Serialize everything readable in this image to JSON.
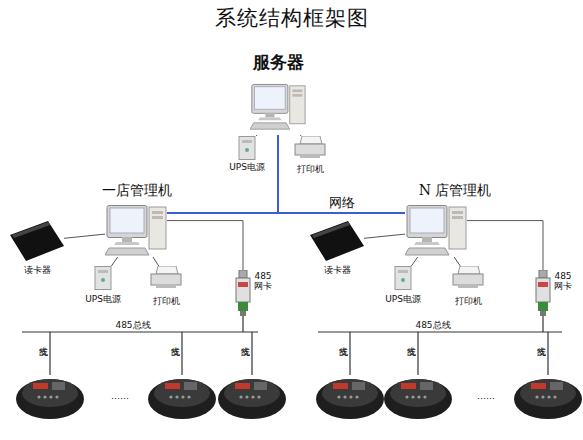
{
  "diagram": {
    "title": "系统结构框架图",
    "nodes": [
      {
        "text": [
          "服务器"
        ]
      },
      {
        "text": [
          "UPS电源"
        ]
      },
      {
        "text": [
          "打印机"
        ]
      },
      {
        "text": [
          "一店管理机"
        ]
      },
      {
        "text": [
          "读卡器"
        ]
      },
      {
        "text": [
          "UPS电源"
        ]
      },
      {
        "text": [
          "打印机"
        ]
      },
      {
        "text": [
          "485网卡"
        ]
      },
      {
        "text": [
          "N 店管理机"
        ]
      },
      {
        "text": [
          "读卡器"
        ]
      },
      {
        "text": [
          "UPS电源"
        ]
      },
      {
        "text": [
          "打印机"
        ]
      },
      {
        "text": [
          "485网卡"
        ]
      }
    ],
    "edges": [
      {
        "from": 0,
        "to": 1,
        "arrow": "none"
      },
      {
        "from": 0,
        "to": 2,
        "arrow": "none"
      },
      {
        "from": 0,
        "to": 3,
        "arrow": "none"
      },
      {
        "from": 0,
        "to": 8,
        "label": "网络",
        "arrow": "none"
      },
      {
        "from": 3,
        "to": 4,
        "arrow": "none"
      },
      {
        "from": 3,
        "to": 5,
        "arrow": "none"
      },
      {
        "from": 3,
        "to": 6,
        "arrow": "none"
      },
      {
        "from": 3,
        "to": 7,
        "arrow": "none"
      },
      {
        "from": 8,
        "to": 9,
        "arrow": "none"
      },
      {
        "from": 8,
        "to": 10,
        "arrow": "none"
      },
      {
        "from": 8,
        "to": 11,
        "arrow": "none"
      },
      {
        "from": 8,
        "to": 12,
        "arrow": "none"
      }
    ],
    "labels": [
      "485总线",
      "支线",
      "支线",
      "支线",
      "……",
      "485总线",
      "支线",
      "支线",
      "支线",
      "……"
    ]
  }
}
